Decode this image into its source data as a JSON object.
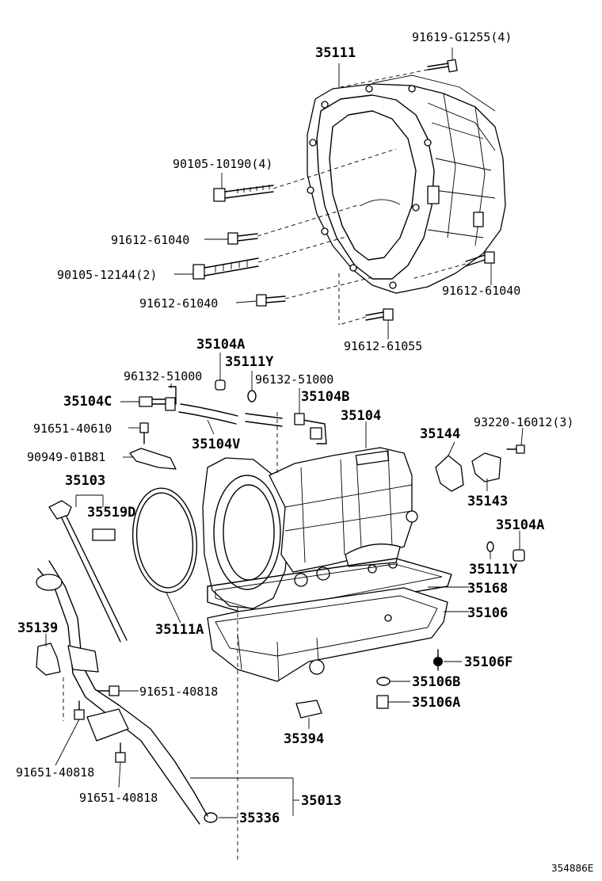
{
  "labels": {
    "p35111": "35111",
    "p91619": "91619-G1255(4)",
    "p90105a": "90105-10190(4)",
    "p91612a": "91612-61040",
    "p90105b": "90105-12144(2)",
    "p91612b": "91612-61040",
    "p91612c": "91612-61040",
    "p91612d": "91612-61055",
    "p35104A_top": "35104A",
    "p35111Y_top": "35111Y",
    "p96132a": "96132-51000",
    "p96132b": "96132-51000",
    "p35104C": "35104C",
    "p35104B": "35104B",
    "p35104": "35104",
    "p91651a": "91651-40610",
    "p35104V": "35104V",
    "p90949": "90949-01B81",
    "p35103": "35103",
    "p35519D": "35519D",
    "p35144": "35144",
    "p93220": "93220-16012(3)",
    "p35143": "35143",
    "p35104A_right": "35104A",
    "p35111Y_right": "35111Y",
    "p35168": "35168",
    "p35106": "35106",
    "p35111A": "35111A",
    "p35139": "35139",
    "p35106F": "35106F",
    "p35106B": "35106B",
    "p91651b": "91651-40818",
    "p35106A": "35106A",
    "p35394": "35394",
    "p91651c": "91651-40818",
    "p91651d": "91651-40818",
    "p35013": "35013",
    "p35336": "35336",
    "ref": "354886E"
  }
}
